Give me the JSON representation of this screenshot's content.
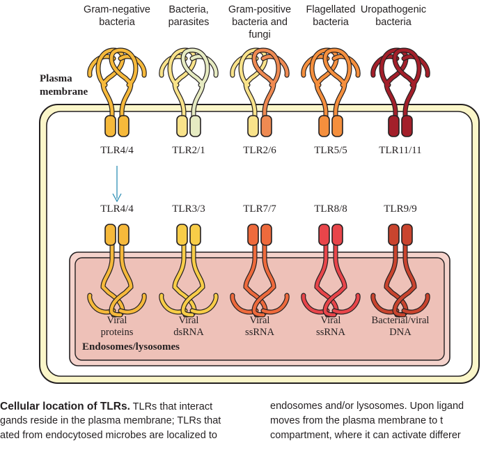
{
  "labels": {
    "plasma_membrane": "Plasma\nmembrane",
    "endosomes": "Endosomes/lysosomes"
  },
  "surface": [
    {
      "ligand": "Gram-negative\nbacteria",
      "tlr": "TLR4/4",
      "colors": [
        "#f6b93b",
        "#f6b93b"
      ]
    },
    {
      "ligand": "Bacteria,\nparasites",
      "tlr": "TLR2/1",
      "colors": [
        "#f9e38a",
        "#e6ebc2"
      ]
    },
    {
      "ligand": "Gram-positive\nbacteria and\nfungi",
      "tlr": "TLR2/6",
      "colors": [
        "#f9e38a",
        "#ef8a52"
      ]
    },
    {
      "ligand": "Flagellated\nbacteria",
      "tlr": "TLR5/5",
      "colors": [
        "#f58f3d",
        "#f58f3d"
      ]
    },
    {
      "ligand": "Uropathogenic\nbacteria",
      "tlr": "TLR11/11",
      "colors": [
        "#a31f2a",
        "#a31f2a"
      ]
    }
  ],
  "endosomal": [
    {
      "tlr": "TLR4/4",
      "ligand": "Viral\nproteins",
      "colors": [
        "#f6b93b",
        "#f6b93b"
      ]
    },
    {
      "tlr": "TLR3/3",
      "ligand": "Viral\ndsRNA",
      "colors": [
        "#f8cd48",
        "#f8cd48"
      ]
    },
    {
      "tlr": "TLR7/7",
      "ligand": "Viral\nssRNA",
      "colors": [
        "#ee6a3c",
        "#ee6a3c"
      ]
    },
    {
      "tlr": "TLR8/8",
      "ligand": "Viral\nssRNA",
      "colors": [
        "#e8454a",
        "#e8454a"
      ]
    },
    {
      "tlr": "TLR9/9",
      "ligand": "Bacterial/viral\nDNA",
      "colors": [
        "#c9442e",
        "#c9442e"
      ]
    }
  ],
  "caption": {
    "left_title": "Cellular location of TLRs.",
    "left_rest": " TLRs that interact",
    "left_lines": [
      "gands reside in the plasma membrane; TLRs that",
      "ated from endocytosed microbes are localized to"
    ],
    "right_lines": [
      "endosomes and/or lysosomes. Upon ligand",
      "moves from the plasma membrane to t",
      "compartment, where it can activate differer"
    ]
  },
  "colors": {
    "cell_fill": "#fbf6c9",
    "cell_stroke": "#231f20",
    "endosome_fill": "#eec1b8",
    "endosome_outer": "#f5d3cc",
    "arrow": "#2e8fb5"
  }
}
